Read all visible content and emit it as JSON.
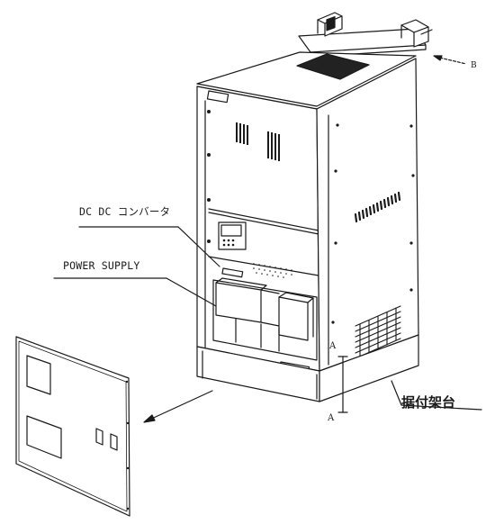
{
  "labels": {
    "dcdc_converter": "DC DC コンバータ",
    "power_supply": "POWER SUPPLY",
    "view_b": "B",
    "section_a_top": "A",
    "section_a_bottom": "A",
    "mounting_stand": "据付架台"
  },
  "colors": {
    "ink": "#1a1a1a",
    "paper": "#ffffff"
  }
}
